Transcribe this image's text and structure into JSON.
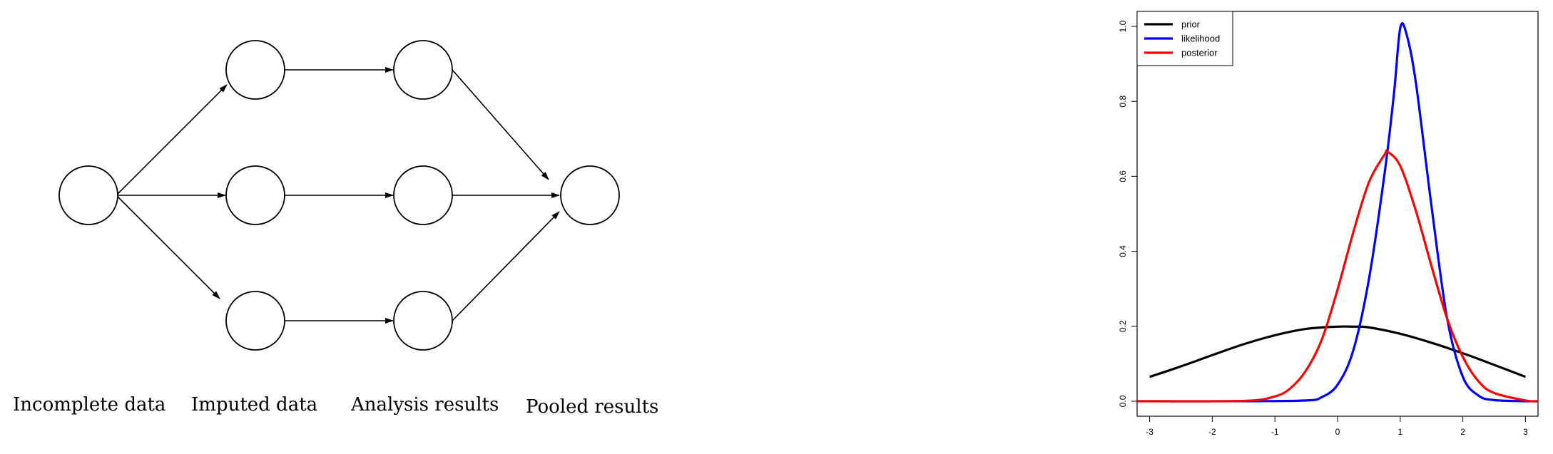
{
  "diagram": {
    "stage_labels": {
      "incomplete": "Incomplete data",
      "imputed": "Imputed data",
      "analysis": "Analysis results",
      "pooled": "Pooled results"
    }
  },
  "chart_data": {
    "type": "line",
    "title": "",
    "xlabel": "",
    "ylabel": "",
    "xlim": [
      -3.2,
      3.2
    ],
    "ylim": [
      -0.04,
      1.04
    ],
    "x_ticks": [
      -3,
      -2,
      -1,
      0,
      1,
      2,
      3
    ],
    "y_ticks": [
      0.0,
      0.2,
      0.4,
      0.6,
      0.8,
      1.0
    ],
    "x_tick_labels": [
      "-3",
      "-2",
      "-1",
      "0",
      "1",
      "2",
      "3"
    ],
    "y_tick_labels": [
      "0.0",
      "0.2",
      "0.4",
      "0.6",
      "0.8",
      "1.0"
    ],
    "legend_position": "top-left",
    "grid": false,
    "series": [
      {
        "name": "prior",
        "color": "#000000",
        "x": [
          -3.0,
          -2.5,
          -2.0,
          -1.5,
          -1.0,
          -0.5,
          0.0,
          0.25,
          0.5,
          1.0,
          1.5,
          2.0,
          2.5,
          3.0
        ],
        "y": [
          0.065,
          0.093,
          0.123,
          0.152,
          0.176,
          0.193,
          0.199,
          0.199,
          0.197,
          0.18,
          0.156,
          0.128,
          0.097,
          0.065
        ]
      },
      {
        "name": "likelihood",
        "color": "#0000ff",
        "x": [
          -3.2,
          -1.5,
          -0.5,
          -0.25,
          0.0,
          0.25,
          0.5,
          0.75,
          0.9,
          1.0,
          1.1,
          1.25,
          1.5,
          1.75,
          2.0,
          2.25,
          2.5,
          3.0,
          3.2
        ],
        "y": [
          0.0,
          0.0,
          0.002,
          0.011,
          0.044,
          0.135,
          0.325,
          0.607,
          0.82,
          0.995,
          0.98,
          0.85,
          0.52,
          0.22,
          0.065,
          0.015,
          0.003,
          0.0,
          0.0
        ],
        "note_removed": true
      },
      {
        "name": "posterior",
        "color": "#ff0000",
        "x": [
          -3.2,
          -1.5,
          -1.0,
          -0.75,
          -0.5,
          -0.25,
          0.0,
          0.25,
          0.5,
          0.75,
          0.8,
          1.0,
          1.25,
          1.5,
          1.75,
          2.0,
          2.25,
          2.5,
          3.0,
          3.2
        ],
        "y": [
          0.0,
          0.001,
          0.013,
          0.035,
          0.083,
          0.165,
          0.298,
          0.45,
          0.584,
          0.658,
          0.665,
          0.628,
          0.508,
          0.36,
          0.22,
          0.118,
          0.053,
          0.022,
          0.002,
          0.0
        ]
      }
    ]
  }
}
